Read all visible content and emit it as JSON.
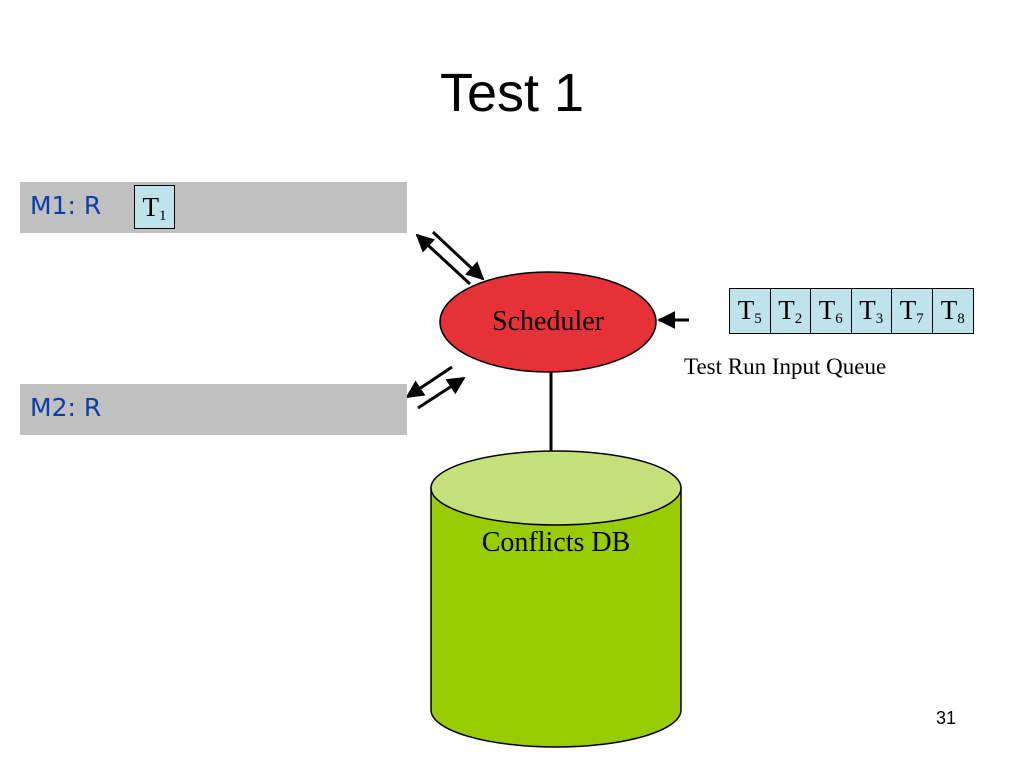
{
  "title": "Test 1",
  "machines": [
    {
      "label": "M1: R",
      "task": {
        "letter": "T",
        "index": "1"
      }
    },
    {
      "label": "M2: R"
    }
  ],
  "scheduler": {
    "label": "Scheduler",
    "color": "#e53137"
  },
  "database": {
    "label": "Conflicts DB",
    "body_color": "#99cc00",
    "top_color": "#c5e17a"
  },
  "queue": {
    "label": "Test Run Input Queue",
    "items": [
      {
        "letter": "T",
        "index": "5"
      },
      {
        "letter": "T",
        "index": "2"
      },
      {
        "letter": "T",
        "index": "6"
      },
      {
        "letter": "T",
        "index": "3"
      },
      {
        "letter": "T",
        "index": "7"
      },
      {
        "letter": "T",
        "index": "8"
      }
    ]
  },
  "page_number": "31"
}
